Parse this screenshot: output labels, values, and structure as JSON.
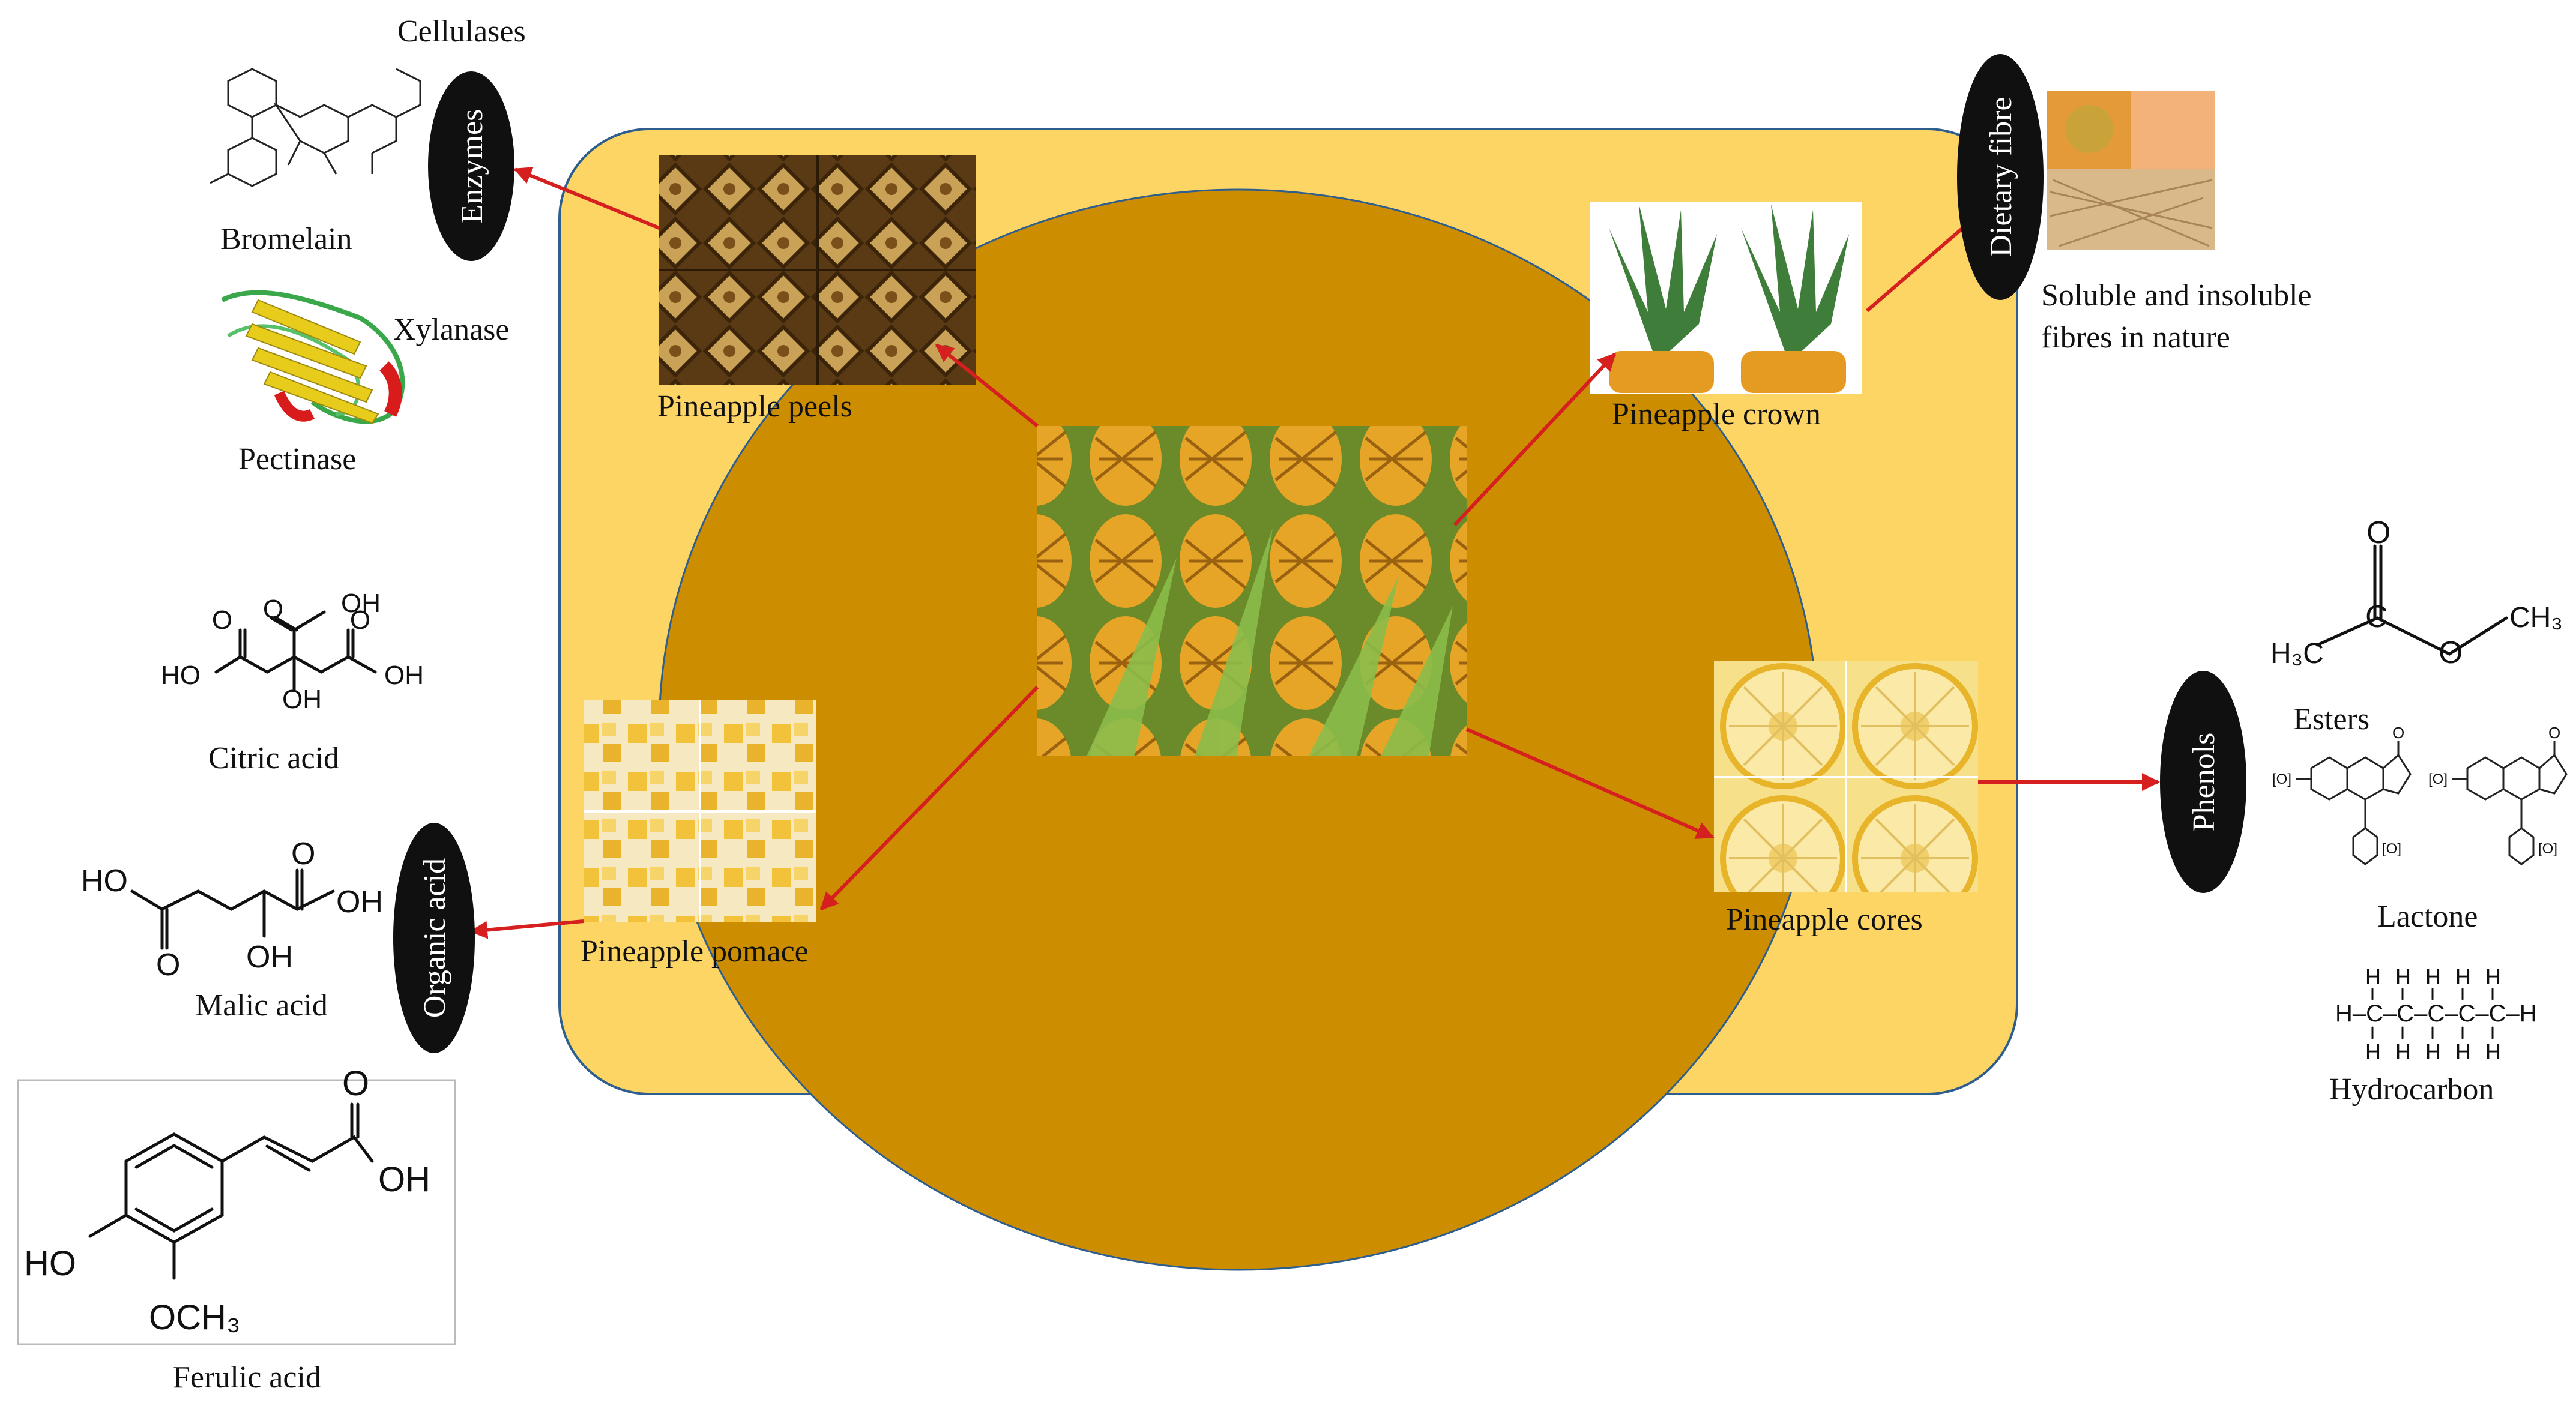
{
  "center": {
    "peels": "Pineapple peels",
    "crown": "Pineapple crown",
    "pomace": "Pineapple pomace",
    "cores": "Pineapple cores"
  },
  "categories": {
    "enzymes": "Enzymes",
    "dietary_fibre": "Dietary fibre",
    "organic_acid": "Organic acid",
    "phenols": "Phenols"
  },
  "enzymes": {
    "cellulases": "Cellulases",
    "bromelain": "Bromelain",
    "xylanase": "Xylanase",
    "pectinase": "Pectinase"
  },
  "fibre": {
    "line1": "Soluble and insoluble",
    "line2": "fibres in nature"
  },
  "organic_acids": {
    "citric": "Citric acid",
    "malic": "Malic acid",
    "ferulic": "Ferulic acid"
  },
  "phenols": {
    "esters": "Esters",
    "lactone": "Lactone",
    "hydrocarbon": "Hydrocarbon"
  },
  "chem_text": {
    "oh": "OH",
    "ho": "HO",
    "o": "O",
    "och3": "OCH₃",
    "ch3": "CH₃",
    "h3c": "H₃C",
    "c": "C",
    "h": "H",
    "ox": "[O]",
    "chain": "H–C–C–C–C–C–H"
  },
  "colors": {
    "outer_box": "#FDD565",
    "inner_ellipse": "#CC8E00",
    "arrow": "#D61F1F",
    "pill": "#101010"
  }
}
